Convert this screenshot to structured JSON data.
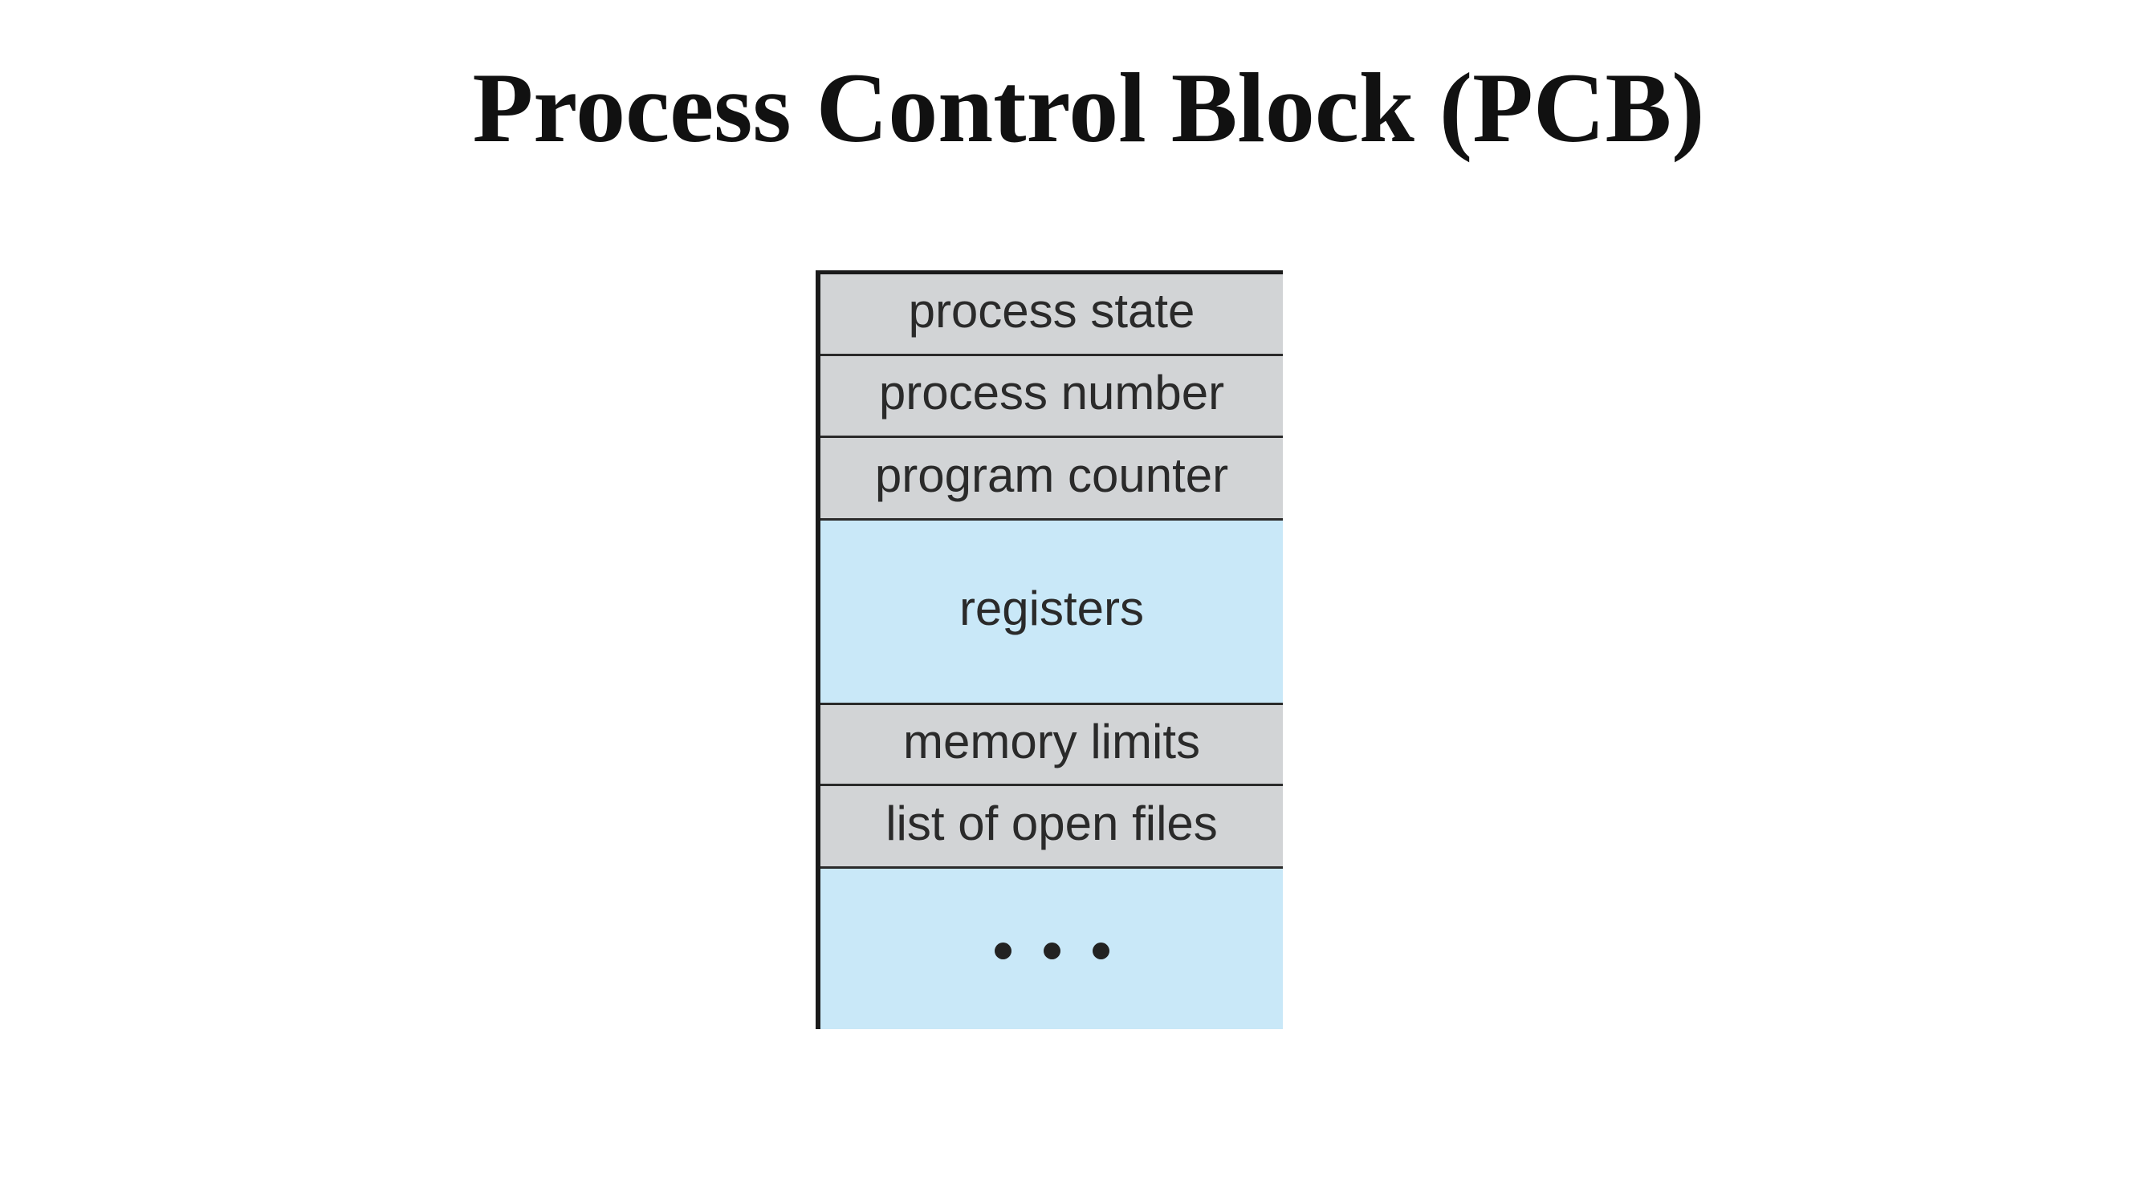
{
  "title": "Process Control Block (PCB)",
  "pcb": {
    "fields": [
      "process state",
      "process number",
      "program counter",
      "registers",
      "memory limits",
      "list of open files"
    ],
    "continuation": "• • •",
    "colors": {
      "gray_cell": "#d2d4d6",
      "blue_cell": "#c9e8f8",
      "border": "#1a1a1a"
    }
  }
}
